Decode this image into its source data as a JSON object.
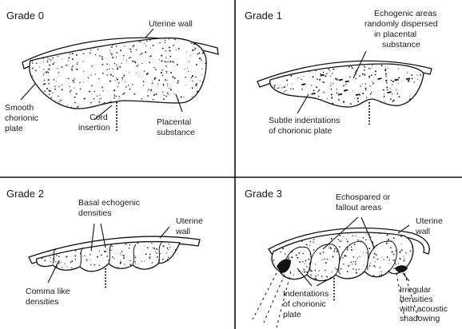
{
  "panels": {
    "grade0": {
      "title": "Grade 0",
      "uterine_wall": "Uterine wall",
      "smooth_chorionic": [
        "Smooth",
        "chorionic",
        "plate"
      ],
      "cord_insertion": [
        "Cord",
        "insertion"
      ],
      "placental_substance": [
        "Placental",
        "substance"
      ]
    },
    "grade1": {
      "title": "Grade 1",
      "echogenic_areas": [
        "Echogenic areas",
        "randomly dispersed",
        "in placental",
        "substance"
      ],
      "subtle_indentations": [
        "Subtle indentations",
        "of chorionic plate"
      ]
    },
    "grade2": {
      "title": "Grade 2",
      "basal_echogenic": [
        "Basal echogenic",
        "densities"
      ],
      "uterine_wall": [
        "Uterine",
        "wall"
      ],
      "comma_like": [
        "Comma like",
        "densities"
      ]
    },
    "grade3": {
      "title": "Grade 3",
      "echospared": [
        "Echospared or",
        "fallout areas"
      ],
      "uterine_wall": [
        "Uterine",
        "wall"
      ],
      "indentations": [
        "Indentations",
        "of chorionic",
        "plate"
      ],
      "irregular": [
        "Irregular",
        "densities",
        "with acoustic",
        "shadowing"
      ]
    }
  },
  "colors": {
    "ink": "#111111",
    "background": "#ffffff"
  }
}
